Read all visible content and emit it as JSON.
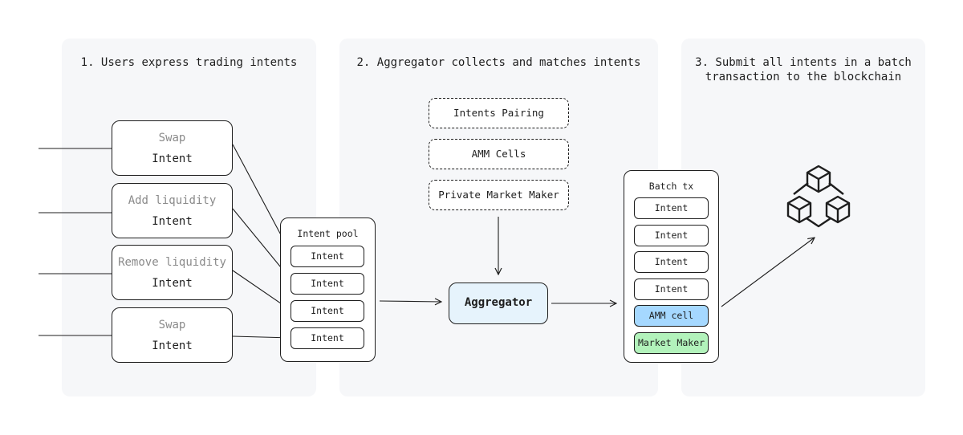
{
  "colors": {
    "panel_bg": "#f6f7f9",
    "aggregator_fill": "#e6f3fc",
    "amm_cell_fill": "#a5d8ff",
    "market_maker_fill": "#b2f2bb",
    "muted_text": "#8a8a8a",
    "stroke": "#1e1e1e"
  },
  "panels": [
    {
      "title": "1. Users express trading intents"
    },
    {
      "title": "2. Aggregator collects and matches intents"
    },
    {
      "title": "3. Submit all intents in a batch\ntransaction to the blockchain"
    }
  ],
  "user_intents": [
    {
      "type": "Swap",
      "label": "Intent"
    },
    {
      "type": "Add liquidity",
      "label": "Intent"
    },
    {
      "type": "Remove liquidity",
      "label": "Intent"
    },
    {
      "type": "Swap",
      "label": "Intent"
    }
  ],
  "intent_pool": {
    "title": "Intent pool",
    "items": [
      "Intent",
      "Intent",
      "Intent",
      "Intent"
    ]
  },
  "sources": [
    "Intents Pairing",
    "AMM Cells",
    "Private Market Maker"
  ],
  "aggregator": {
    "label": "Aggregator"
  },
  "batch_tx": {
    "title": "Batch tx",
    "items": [
      "Intent",
      "Intent",
      "Intent",
      "Intent"
    ],
    "amm_cell": "AMM cell",
    "market_maker": "Market Maker"
  },
  "blockchain": {
    "icon": "blockchain-cubes-icon"
  }
}
